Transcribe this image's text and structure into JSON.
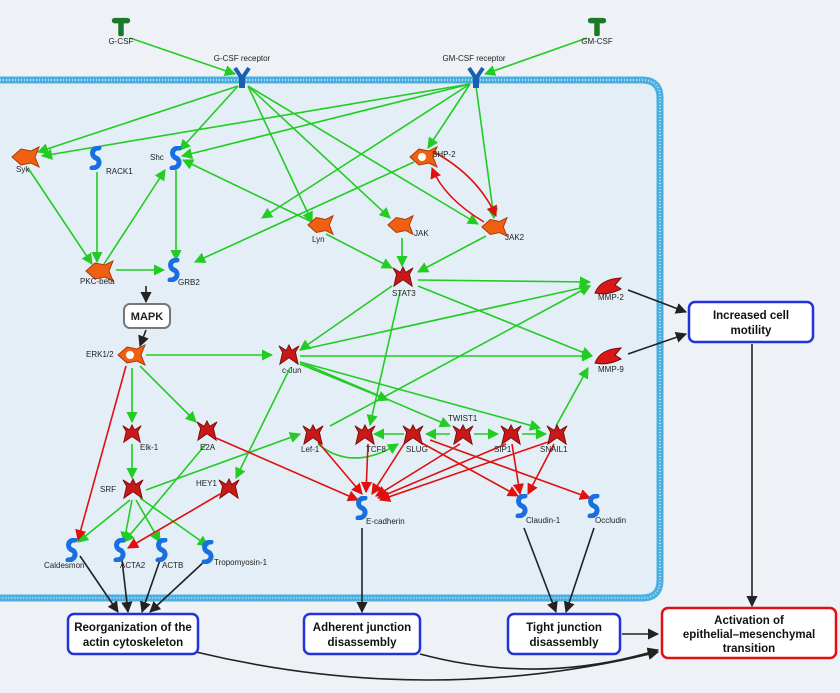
{
  "receptors": {
    "gcsf_ligand": "G-CSF",
    "gmcsf_ligand": "GM-CSF",
    "gcsf_receptor": "G-CSF receptor",
    "gmcsf_receptor": "GM-CSF receptor"
  },
  "nodes": {
    "syk": "Syk",
    "rack1": "RACK1",
    "shc": "Shc",
    "shp2": "SHP-2",
    "lyn": "Lyn",
    "jak": "JAK",
    "jak2": "JAK2",
    "pkc_beta": "PKC-beta",
    "grb2": "GRB2",
    "stat3": "STAT3",
    "mmp2": "MMP-2",
    "mmp9": "MMP-9",
    "mapk": "MAPK",
    "erk12": "ERK1/2",
    "cjun": "c-Jun",
    "elk1": "Elk-1",
    "e2a": "E2A",
    "lef1": "Lef-1",
    "tcf8": "TCF8",
    "slug": "SLUG",
    "twist1": "TWIST1",
    "sip1": "SIP1",
    "snail1": "SNAIL1",
    "srf": "SRF",
    "hey1": "HEY1",
    "ecadherin": "E-cadherin",
    "claudin1": "Claudin-1",
    "occludin": "Occludin",
    "caldesmon": "Caldesmon",
    "acta2": "ACTA2",
    "actb": "ACTB",
    "tropomyosin1": "Tropomyosin-1"
  },
  "outcomes": {
    "motility_l1": "Increased cell",
    "motility_l2": "motility",
    "actin_l1": "Reorganization of the",
    "actin_l2": "actin cytoskeleton",
    "adherent_l1": "Adherent junction",
    "adherent_l2": "disassembly",
    "tight_l1": "Tight junction",
    "tight_l2": "disassembly",
    "emt_l1": "Activation of",
    "emt_l2": "epithelial–mesenchymal",
    "emt_l3": "transition"
  },
  "colors": {
    "activation": "#22cc22",
    "inhibition": "#e01010",
    "flow": "#222222",
    "box_blue": "#2233dd",
    "box_red": "#e01010",
    "cell_border": "#4aaee0",
    "protein_orange": "#f06010",
    "tf_red": "#c81818",
    "gene_blue": "#1a6fe0",
    "ligand_green": "#1a7a2a"
  }
}
